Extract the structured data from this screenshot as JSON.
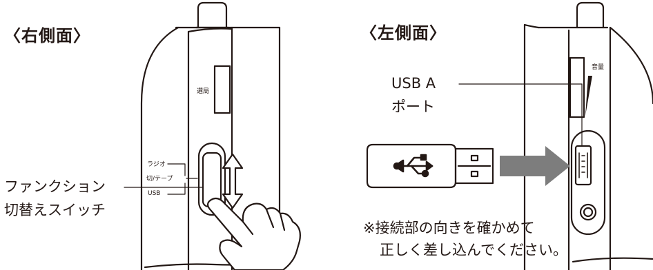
{
  "right_side": {
    "title": "〈右側面〉",
    "channel_label": "選局",
    "switch_positions": [
      "ラジオ",
      "切/テープ",
      "USB"
    ],
    "callout": [
      "ファンクション",
      "切替えスイッチ"
    ]
  },
  "left_side": {
    "title": "〈左側面〉",
    "volume_label": "音量",
    "callout": [
      "USB A",
      "ポート"
    ],
    "note": [
      "※接続部の向きを確かめて",
      "正しく差し込んでください。"
    ]
  },
  "colors": {
    "ink": "#231815",
    "gray_fill": "#7d7d7d",
    "light_fill": "#ffffff"
  },
  "icons": [
    "usb-symbol-icon",
    "double-arrow-icon",
    "hand-pointer-icon",
    "right-arrow-icon"
  ]
}
